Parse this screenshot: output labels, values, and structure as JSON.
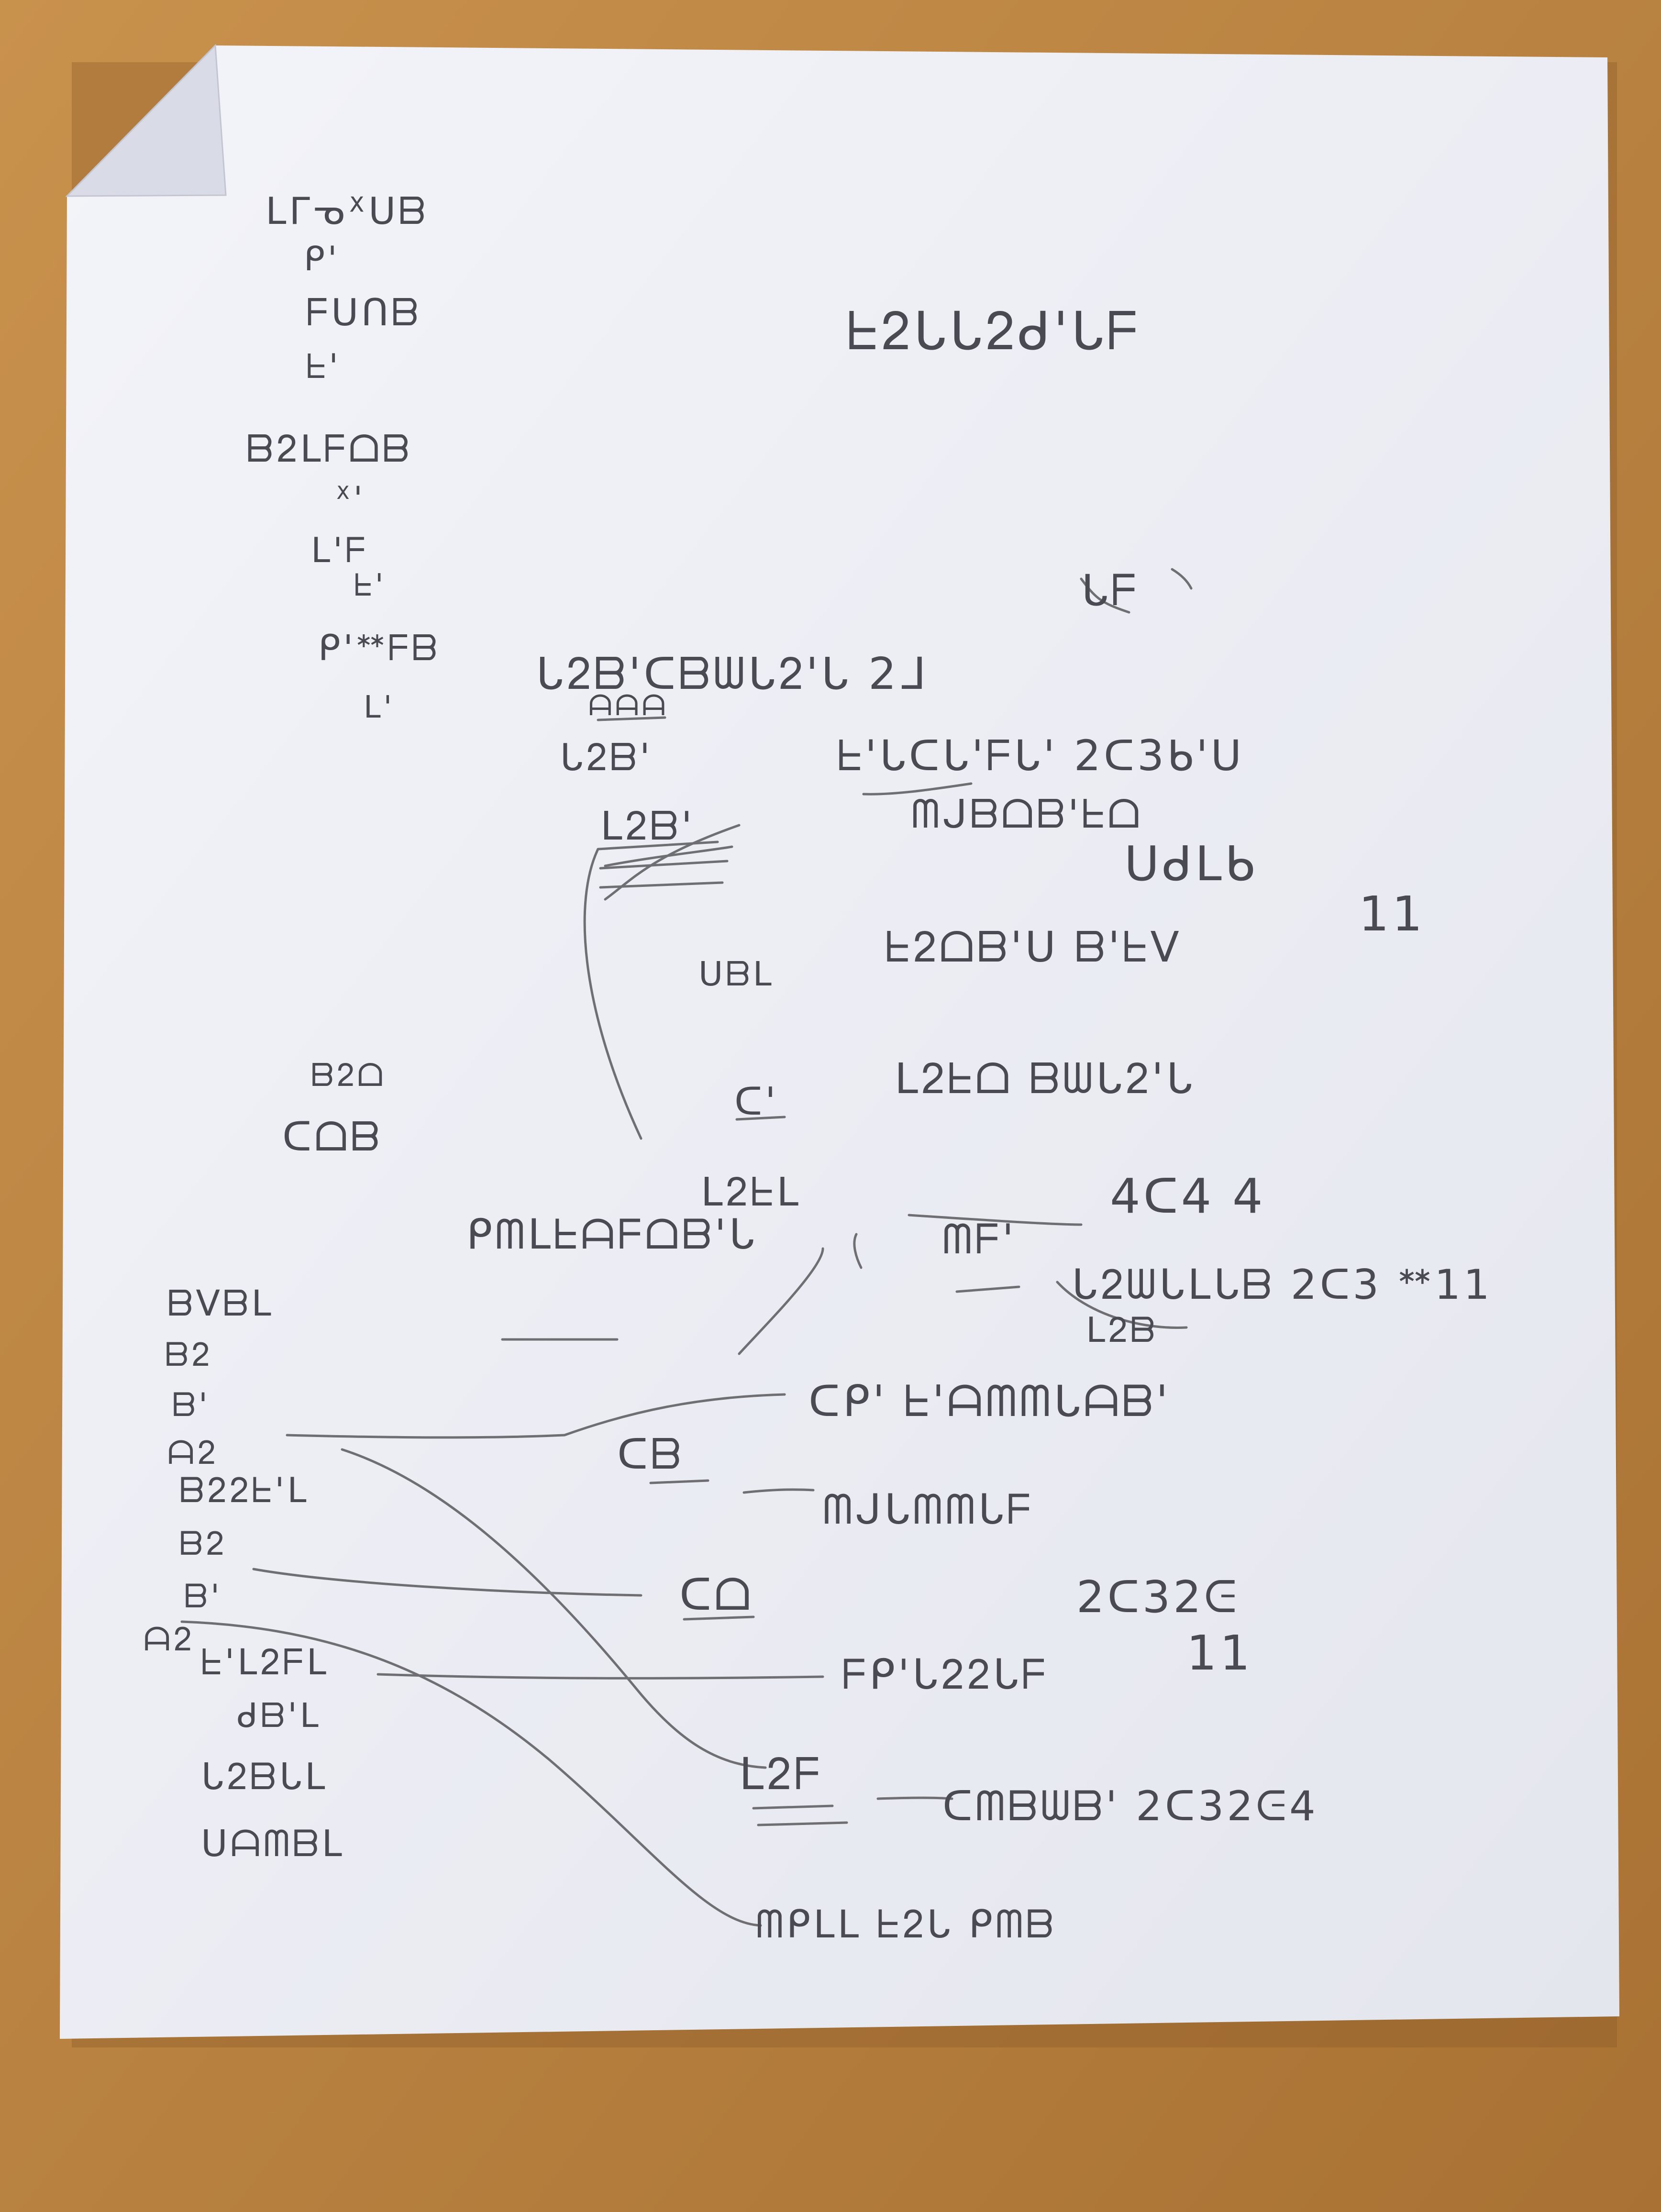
{
  "scene": {
    "colors": {
      "table_top": "#c8914c",
      "table_bottom": "#a97234",
      "paper": "#eef0f7",
      "paper_shadow": "#b3b6c2",
      "fold": "#dfe2ec",
      "pencil": "#4a4a52"
    },
    "notes": [
      {
        "id": "left-1",
        "text": "ᒪᒥᓀᕽᑌᗷ"
      },
      {
        "id": "left-2",
        "text": "ᑭ'"
      },
      {
        "id": "left-3",
        "text": "ᖴᑌᑎᗷ"
      },
      {
        "id": "left-4",
        "text": "ᖶ'"
      },
      {
        "id": "left-5",
        "text": "ᗷᒿᒪᖴᗝᗷ"
      },
      {
        "id": "left-6",
        "text": "ᕽ'"
      },
      {
        "id": "left-7",
        "text": "ᒪ'ᖴ"
      },
      {
        "id": "left-8",
        "text": "ᖶ'"
      },
      {
        "id": "left-9",
        "text": "ᑭ'ᕯᖴᗷ"
      },
      {
        "id": "left-10",
        "text": "ᒪ'"
      },
      {
        "id": "title",
        "text": "ᖶᒿᒐᒐᒿᑯ'ᒐᖴ"
      },
      {
        "id": "row-1",
        "text": "ᒐᒿᗷ'ᑕᗷᗯᒐᒿ'ᒐ 2ᒧ"
      },
      {
        "id": "row-1b",
        "text": "ᒐᖴ"
      },
      {
        "id": "row-2",
        "text": "ᗩᗩᗩ"
      },
      {
        "id": "row-3",
        "text": "ᒐᒿᗷ'"
      },
      {
        "id": "row-4",
        "text": "ᒪᒿᗷ'"
      },
      {
        "id": "row-4-text",
        "text": "ᖶ'ᒐᑕᒐ'ᖴᒐ' 2ᑕ3ᑲ'ᑌ"
      },
      {
        "id": "row-5",
        "text": "ᗰᒍᗷᗝᗷ'ᖶᗝ"
      },
      {
        "id": "row-6",
        "text": "ᑌᑯᒪᑲ"
      },
      {
        "id": "row-6-tally",
        "text": "11"
      },
      {
        "id": "row-7-left",
        "text": "ᑌᗷᒪ"
      },
      {
        "id": "row-7",
        "text": "ᖶᒿᗝᗷ'ᑌ ᗷ'ᖶᐯ"
      },
      {
        "id": "row-8",
        "text": "ᒪᒿᖶᗝ ᗷᗯᒐᒿ'ᒐ"
      },
      {
        "id": "row-9",
        "text": "ᑕ'"
      },
      {
        "id": "row-9b",
        "text": "ᒪᒿᖶᒪ"
      },
      {
        "id": "row-9-num",
        "text": "4ᑕ4   4"
      },
      {
        "id": "mid-left-1",
        "text": "ᗷᒿᗝ"
      },
      {
        "id": "mid-left-2",
        "text": "ᑕᗝᗷ"
      },
      {
        "id": "row-10",
        "text": "ᑭᗰᒪᖶᗩᖴᗝᗷ'ᒐ"
      },
      {
        "id": "row-10-mid",
        "text": "ᗰᖴ'"
      },
      {
        "id": "row-10-right",
        "text": "ᒐᒿᗯᒐᒪᒐᗷ 2ᑕ3 ᕯ11"
      },
      {
        "id": "row-11",
        "text": "ᒪᒿᗷ"
      },
      {
        "id": "bl-1",
        "text": "ᗷᐯᗷᒪ"
      },
      {
        "id": "bl-2",
        "text": "ᗷᒿ"
      },
      {
        "id": "bl-3",
        "text": "ᗷ'"
      },
      {
        "id": "bl-4",
        "text": "ᗩᒿ"
      },
      {
        "id": "bl-5",
        "text": "ᗷᒿᒿᖶ'ᒪ"
      },
      {
        "id": "bl-6",
        "text": "ᗷᒿ"
      },
      {
        "id": "bl-7",
        "text": "ᗷ'"
      },
      {
        "id": "bl-8",
        "text": "ᗩᒿ"
      },
      {
        "id": "bl-9",
        "text": "ᖶ'ᒪᒿᖴᒪ"
      },
      {
        "id": "bl-10",
        "text": "ᑯᗷ'ᒪ"
      },
      {
        "id": "bl-11",
        "text": "ᒐᒿᗷᒐᒪ"
      },
      {
        "id": "bl-12",
        "text": "ᑌᗩᗰᗷᒪ"
      },
      {
        "id": "br-1",
        "text": "ᑕᑭ' ᖶ'ᗩᗰᗰᒐᗩᗷ'"
      },
      {
        "id": "br-2-label",
        "text": "ᑕᗷ"
      },
      {
        "id": "br-2",
        "text": "ᗰᒍᒐᗰᗰᒐᖴ"
      },
      {
        "id": "br-3-label",
        "text": "ᑕᗝ"
      },
      {
        "id": "br-3-num",
        "text": "2ᑕ32ᕮ"
      },
      {
        "id": "br-3-tally",
        "text": "11"
      },
      {
        "id": "br-4",
        "text": "ᖴᑭ'ᒐᒿᒿᒐᖴ"
      },
      {
        "id": "br-5-label",
        "text": "ᒪᒿᖴ"
      },
      {
        "id": "br-5",
        "text": "ᑕᗰᗷᗯᗷ' 2ᑕ32ᕮ4"
      },
      {
        "id": "br-6",
        "text": "ᗰᑭᒪᒪ ᖶᒿᒐ ᑭᗰᗷ"
      }
    ]
  }
}
